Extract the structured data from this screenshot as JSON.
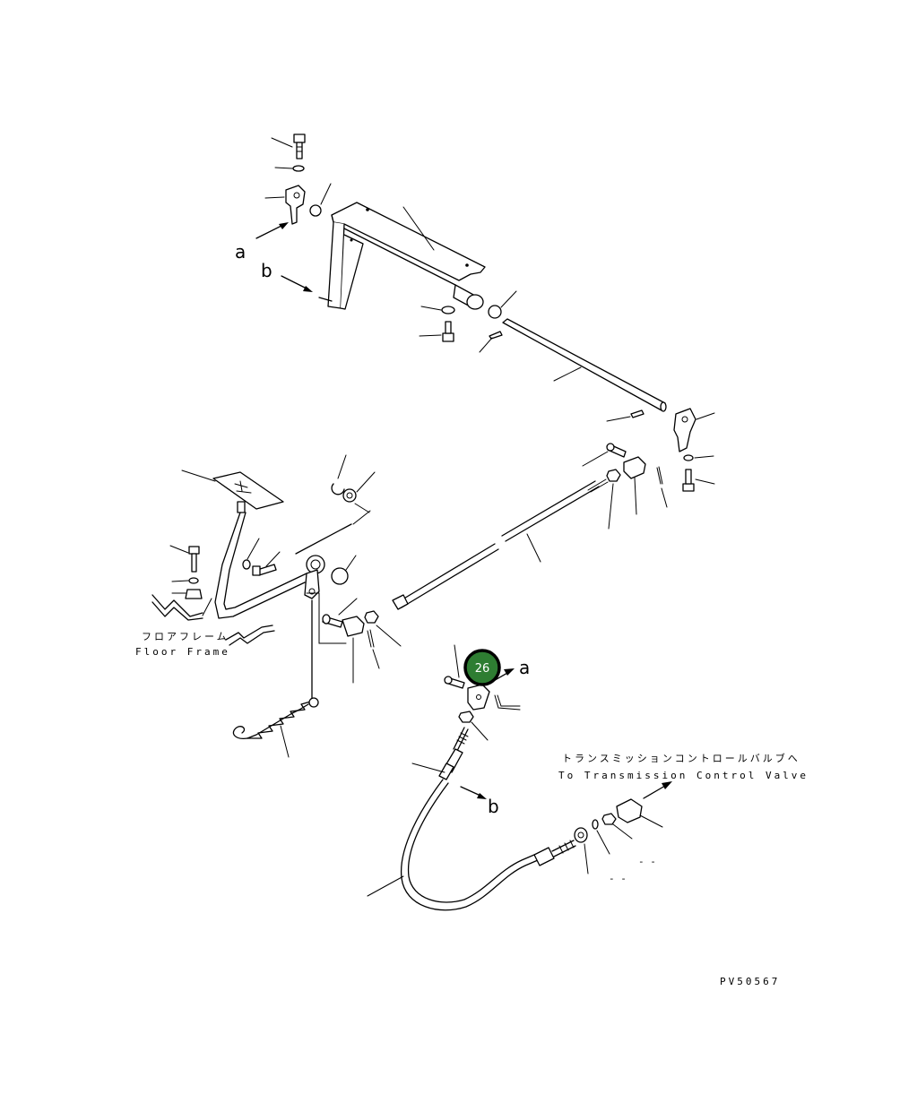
{
  "labels": {
    "ref_a_top": "a",
    "ref_b_top": "b",
    "ref_a_bottom": "a",
    "ref_b_bottom": "b",
    "floor_frame_jp": "フロアフレーム",
    "floor_frame_en": "Floor Frame",
    "tcv_jp": "トランスミッションコントロールバルブへ",
    "tcv_en": "To Transmission Control Valve",
    "dash_1": "- -",
    "dash_2": "- -",
    "drawing_number": "PV50567"
  },
  "callout": {
    "number": "26",
    "fill": "#2e7d32",
    "ring": "#000000"
  }
}
